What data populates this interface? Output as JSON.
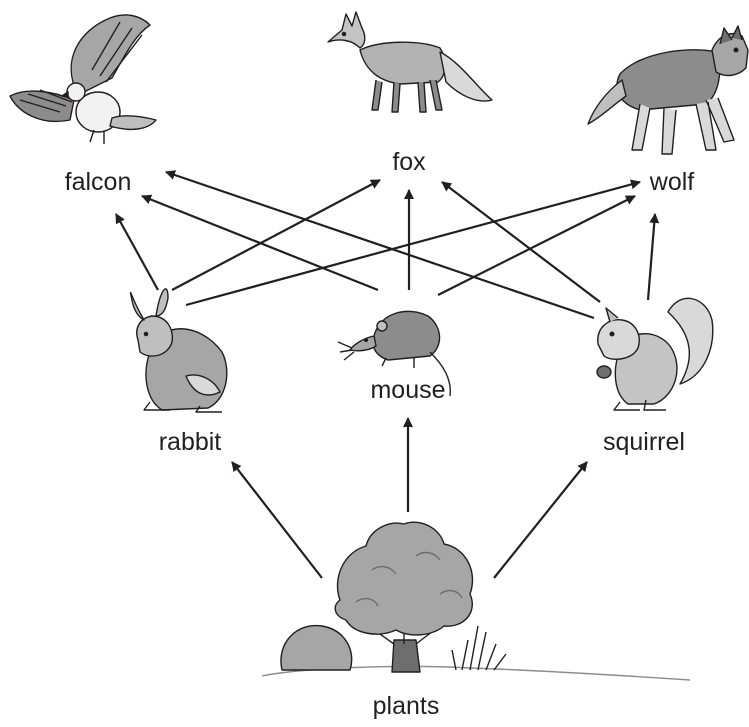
{
  "organisms": {
    "falcon": "falcon",
    "fox": "fox",
    "wolf": "wolf",
    "rabbit": "rabbit",
    "mouse": "mouse",
    "squirrel": "squirrel",
    "plants": "plants"
  },
  "edges": [
    {
      "from": "plants",
      "to": "rabbit"
    },
    {
      "from": "plants",
      "to": "mouse"
    },
    {
      "from": "plants",
      "to": "squirrel"
    },
    {
      "from": "rabbit",
      "to": "falcon"
    },
    {
      "from": "rabbit",
      "to": "fox"
    },
    {
      "from": "rabbit",
      "to": "wolf"
    },
    {
      "from": "mouse",
      "to": "falcon"
    },
    {
      "from": "mouse",
      "to": "fox"
    },
    {
      "from": "mouse",
      "to": "wolf"
    },
    {
      "from": "squirrel",
      "to": "falcon"
    },
    {
      "from": "squirrel",
      "to": "fox"
    },
    {
      "from": "squirrel",
      "to": "wolf"
    }
  ],
  "colors": {
    "ink": "#231f20",
    "fur_light": "#d9d9d9",
    "fur_mid": "#a6a6a6",
    "fur_dark": "#6e6e6e"
  }
}
